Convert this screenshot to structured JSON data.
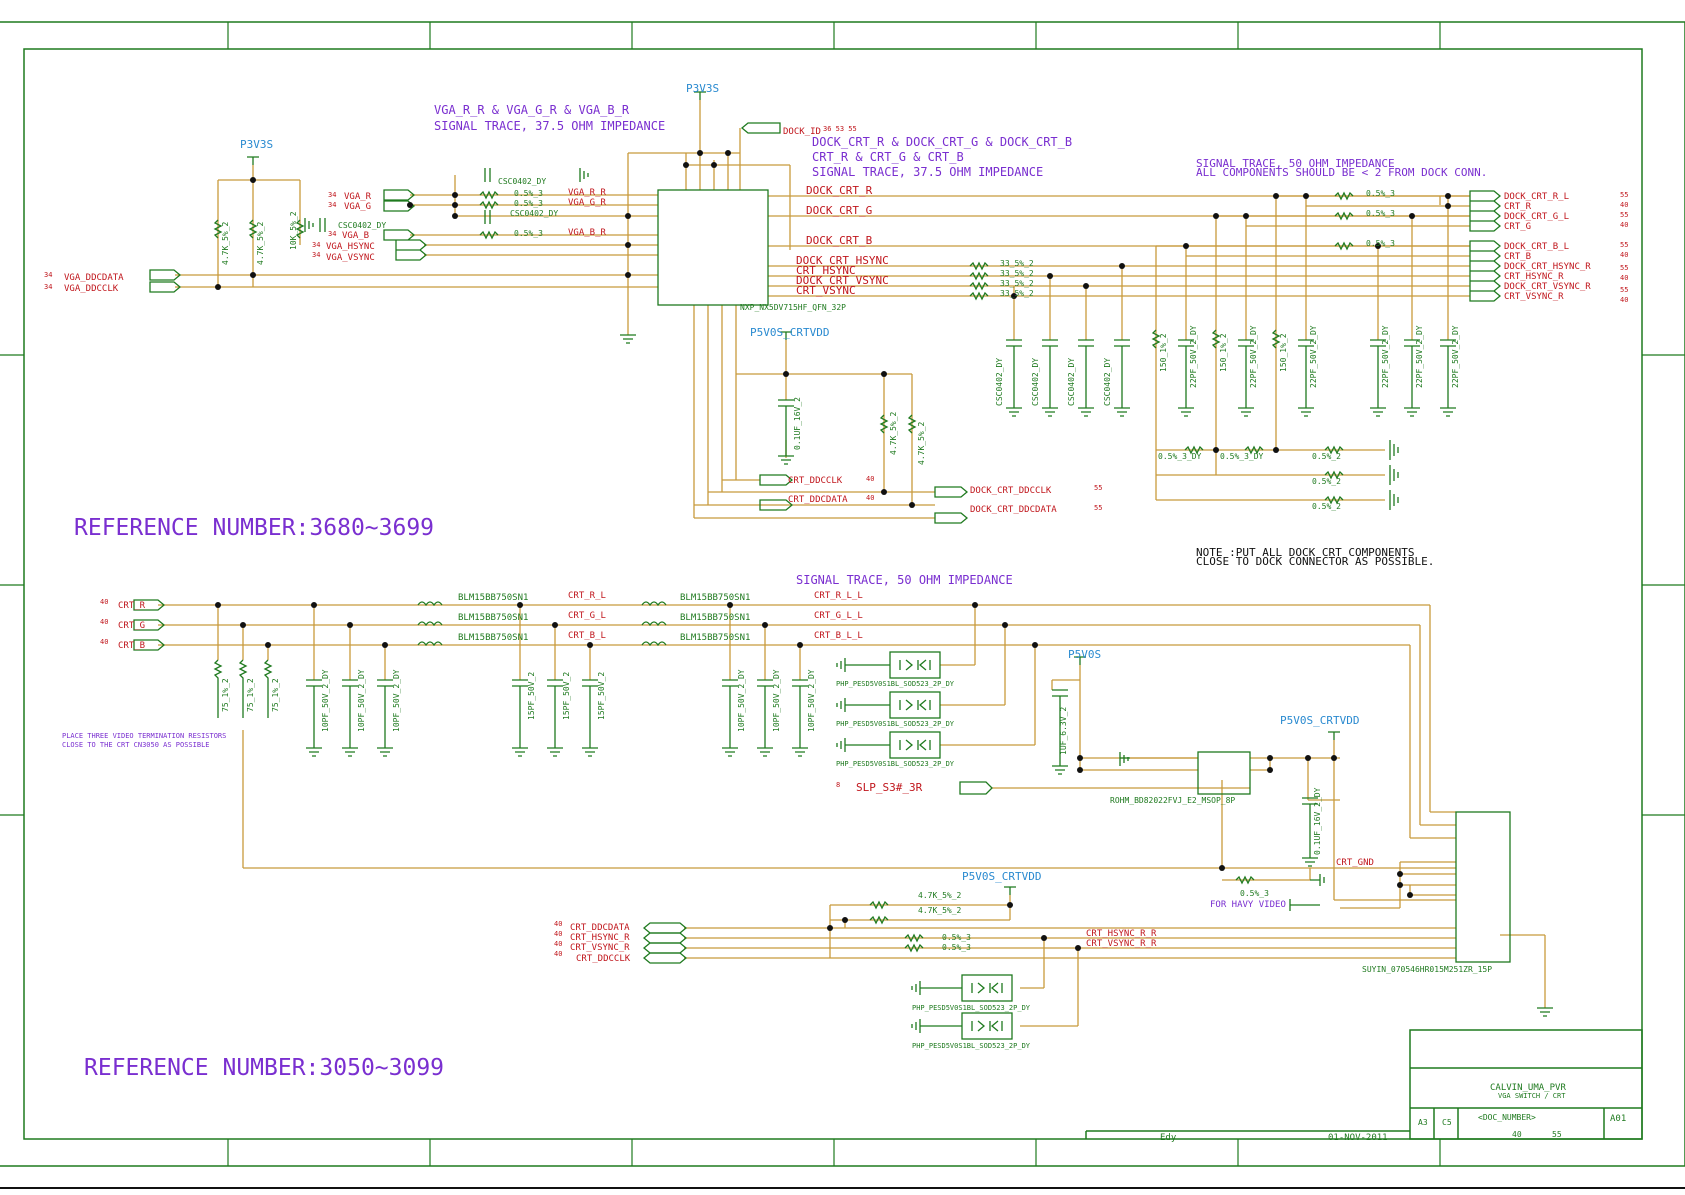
{
  "power": {
    "p3v3s": "P3V3S",
    "p5v0s_crtvdd": "P5V0S_CRTVDD",
    "p5v0s": "P5V0S"
  },
  "notes": {
    "vga_trace_1": "VGA_R_R & VGA_G_R & VGA_B_R",
    "vga_trace_2": "SIGNAL TRACE, 37.5 OHM IMPEDANCE",
    "dock_trace_1": "DOCK_CRT_R & DOCK_CRT_G & DOCK_CRT_B",
    "dock_trace_2": "CRT_R & CRT_G & CRT_B",
    "dock_trace_3": "SIGNAL TRACE, 37.5 OHM IMPEDANCE",
    "sig50_1": "SIGNAL TRACE, 50 OHM IMPEDANCE",
    "sig50_2": "ALL COMPONENTS SHOULD BE < 2 FROM DOCK CONN.",
    "sig50_bottom": "SIGNAL TRACE, 50 OHM IMPEDANCE",
    "dock_note_1": "NOTE :PUT ALL DOCK CRT COMPONENTS",
    "dock_note_2": "CLOSE TO DOCK CONNECTOR AS POSSIBLE.",
    "term_note_1": "PLACE THREE VIDEO TERMINATION RESISTORS",
    "term_note_2": "CLOSE TO THE CRT CN3050 AS POSSIBLE",
    "ref1": "REFERENCE NUMBER:3680~3699",
    "ref2": "REFERENCE NUMBER:3050~3099",
    "heavy": "FOR HAVY VIDEO"
  },
  "nets": {
    "dock_id": "DOCK_ID",
    "dock_id_pages": "36 53 55",
    "vga_r": "VGA_R",
    "vga_g": "VGA_G",
    "vga_b": "VGA_B",
    "vga_hsync": "VGA_HSYNC",
    "vga_vsync": "VGA_VSYNC",
    "vga_ddcdata": "VGA_DDCDATA",
    "vga_ddcclk": "VGA_DDCCLK",
    "vga_r_r": "VGA_R_R",
    "vga_g_r": "VGA_G_R",
    "vga_b_r": "VGA_B_R",
    "dock_crt_r": "DOCK_CRT_R",
    "dock_crt_g": "DOCK_CRT_G",
    "dock_crt_b": "DOCK_CRT_B",
    "dock_crt_hsync": "DOCK_CRT_HSYNC",
    "crt_hsync": "CRT_HSYNC",
    "dock_crt_vsync": "DOCK_CRT_VSYNC",
    "crt_vsync": "CRT_VSYNC",
    "out_dock_crt_r_l": "DOCK_CRT_R_L",
    "out_crt_r": "CRT_R",
    "out_dock_crt_g_l": "DOCK_CRT_G_L",
    "out_crt_g": "CRT_G",
    "out_dock_crt_b_l": "DOCK_CRT_B_L",
    "out_crt_b": "CRT_B",
    "out_dock_crt_hsync_r": "DOCK_CRT_HSYNC_R",
    "out_crt_hsync_r": "CRT_HSYNC_R",
    "out_dock_crt_vsync_r": "DOCK_CRT_VSYNC_R",
    "out_crt_vsync_r": "CRT_VSYNC_R",
    "crt_ddcclk": "CRT_DDCCLK",
    "crt_ddcdata": "CRT_DDCDATA",
    "dock_crt_ddcclk": "DOCK_CRT_DDCCLK",
    "dock_crt_ddcdata": "DOCK_CRT_DDCDATA",
    "crt_r": "CRT_R",
    "crt_g": "CRT_G",
    "crt_b": "CRT_B",
    "crt_r_l": "CRT_R_L",
    "crt_g_l": "CRT_G_L",
    "crt_b_l": "CRT_B_L",
    "crt_r_l_l": "CRT_R_L_L",
    "crt_g_l_l": "CRT_G_L_L",
    "crt_b_l_l": "CRT_B_L_L",
    "slp": "SLP_S3#_3R",
    "crt_gnd": "CRT_GND",
    "crt_ddcdata_in": "CRT_DDCDATA",
    "crt_hsync_r_in": "CRT_HSYNC_R",
    "crt_vsync_r_in": "CRT_VSYNC_R",
    "crt_ddcclk_in": "CRT_DDCCLK",
    "crt_hsync_r_r": "CRT_HSYNC_R_R",
    "crt_vsync_r_r": "CRT_VSYNC_R_R"
  },
  "pages": {
    "p34": "34",
    "p40": "40",
    "p55": "55",
    "p8": "8"
  },
  "parts": {
    "mux": "NXP_NX5DV715HF_QFN_32P",
    "ldo": "ROHM_BD82022FVJ_E2_MSOP_8P",
    "conn": "SUYIN_070546HR015M251ZR_15P",
    "esd": "PHP_PESD5V0S1BL_SOD523_2P_DY",
    "esd_b": "PHP_PESD5V0S1BL_SOD523_2P_DY",
    "ferrite": "BLM15BB750SN1",
    "r_0_5": "0.5%_3",
    "r_0_5_dy": "0.5%_3_DY",
    "r_0_5_2": "0.5%_2",
    "r_4k7": "4.7K_5%_2",
    "r_10k": "10K_5%_2",
    "r_33": "33_5%_2",
    "r_150": "150_1%_2",
    "r_75": "75_1%_2",
    "c_csc": "CSC0402_DY",
    "c_22pf": "22PF_50V_2_DY",
    "c_10pf": "10PF_50V_2_DY",
    "c_15pf": "15PF_50V_2",
    "c_0u1": "0.1UF_16V_2",
    "c_1u": "1UF_6.3V_2",
    "c_0u1_dy": "0.1UF_16V_2_DY"
  },
  "title_block": {
    "name": "CALVIN_UMA_PVR",
    "sub": "VGA SWITCH / CRT",
    "size": "A3",
    "sheet": "C5",
    "doc": "<DOC_NUMBER>",
    "rev": "A01",
    "editor": "Edy",
    "date": "01-NOV-2011",
    "pg1": "40",
    "pg2": "55"
  },
  "colors": {
    "wire": "#c89a3c",
    "component": "#1f7a1f",
    "note": "#7a2fd0",
    "net": "#c0161c",
    "power": "#2a8ad0"
  }
}
